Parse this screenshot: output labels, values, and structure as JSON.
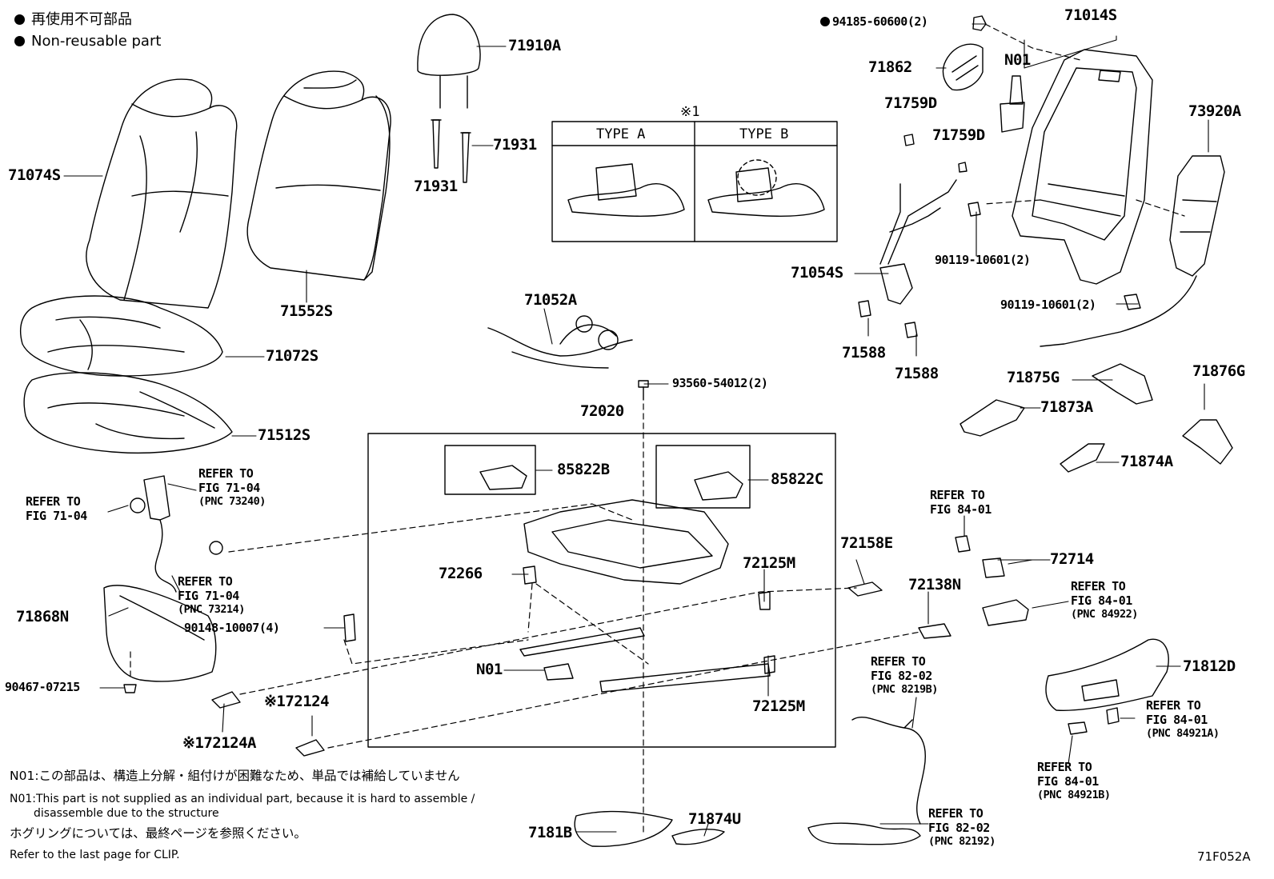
{
  "legend": {
    "non_reusable_jp": "再使用不可部品",
    "non_reusable_en": "Non-reusable part"
  },
  "diagram_code": "71F052A",
  "type_box": {
    "mark": "※1",
    "type_a": "TYPE A",
    "type_b": "TYPE B"
  },
  "parts": {
    "p71910A": "71910A",
    "p71931a": "71931",
    "p71931b": "71931",
    "p71074S": "71074S",
    "p71552S": "71552S",
    "p71072S": "71072S",
    "p71512S": "71512S",
    "p94185": "94185-60600(2)",
    "p71014S": "71014S",
    "p71862": "71862",
    "pN01top": "N01",
    "p71759Da": "71759D",
    "p71759Db": "71759D",
    "p73920A": "73920A",
    "p90119a": "90119-10601(2)",
    "p90119b": "90119-10601(2)",
    "p71054S": "71054S",
    "p71588a": "71588",
    "p71588b": "71588",
    "p71052A": "71052A",
    "p93560": "93560-54012(2)",
    "p72020": "72020",
    "p85822B": "85822B",
    "p85822C": "85822C",
    "p72266": "72266",
    "p72125Ma": "72125M",
    "p72125Mb": "72125M",
    "pN01mid": "N01",
    "p72158E": "72158E",
    "p72138N": "72138N",
    "p72714": "72714",
    "p71875G": "71875G",
    "p71876G": "71876G",
    "p71873A": "71873A",
    "p71874A": "71874A",
    "p71868N": "71868N",
    "p90148": "90148-10007(4)",
    "p90467": "90467-07215",
    "p72124": "※172124",
    "p72124A": "※172124A",
    "p71812D": "71812D",
    "p7181B": "7181B",
    "p71874U": "71874U"
  },
  "refs": {
    "r1": {
      "l1": "REFER TO",
      "l2": "FIG 71-04",
      "pnc": "(PNC 73240)"
    },
    "r2": {
      "l1": "REFER TO",
      "l2": "FIG 71-04"
    },
    "r3": {
      "l1": "REFER TO",
      "l2": "FIG 71-04",
      "pnc": "(PNC 73214)"
    },
    "r4": {
      "l1": "REFER TO",
      "l2": "FIG 84-01"
    },
    "r5": {
      "l1": "REFER TO",
      "l2": "FIG 84-01",
      "pnc": "(PNC 84922)"
    },
    "r6": {
      "l1": "REFER TO",
      "l2": "FIG 82-02",
      "pnc": "(PNC 8219B)"
    },
    "r7": {
      "l1": "REFER TO",
      "l2": "FIG 84-01",
      "pnc": "(PNC 84921A)"
    },
    "r8": {
      "l1": "REFER TO",
      "l2": "FIG 84-01",
      "pnc": "(PNC 84921B)"
    },
    "r9": {
      "l1": "REFER TO",
      "l2": "FIG 82-02",
      "pnc": "(PNC 82192)"
    }
  },
  "notes": {
    "n01_jp": "N01:この部品は、構造上分解・組付けが困難なため、単品では補給していません",
    "n01_en1": "N01:This part is not supplied as an individual part, because it is hard to assemble /",
    "n01_en2": "disassemble due to the structure",
    "clip_jp": "ホグリングについては、最終ページを参照ください。",
    "clip_en": "Refer to the last page for CLIP."
  }
}
